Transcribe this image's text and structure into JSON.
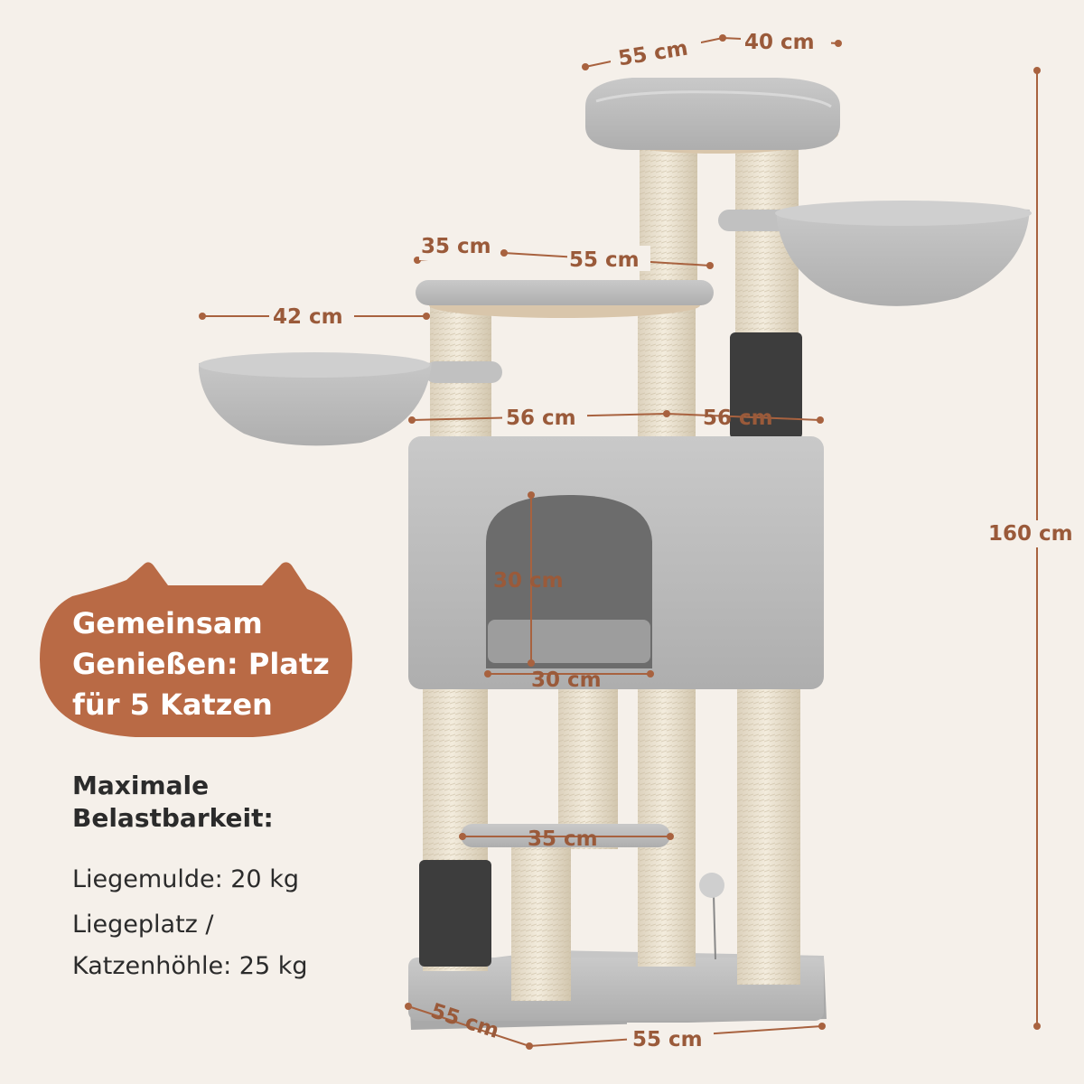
{
  "badge": {
    "lines": [
      "Gemeinsam",
      "Genießen: Platz",
      "für 5 Katzen"
    ],
    "color": "#b96a45"
  },
  "load_capacity": {
    "heading_lines": [
      "Maximale",
      "Belastbarkeit:"
    ],
    "items": [
      "Liegemulde: 20 kg",
      "Liegeplatz /",
      "Katzenhöhle: 25 kg"
    ]
  },
  "dimensions": {
    "top_platform_width": "55 cm",
    "top_platform_depth": "40 cm",
    "mid_platform_depth": "35 cm",
    "mid_platform_width": "55 cm",
    "left_basket_width": "42 cm",
    "cave_width_left": "56 cm",
    "cave_width_right": "56 cm",
    "cave_opening_height": "30 cm",
    "cave_opening_width": "30 cm",
    "small_platform_width": "35 cm",
    "base_depth": "55 cm",
    "base_width": "55 cm",
    "total_height": "160 cm"
  },
  "colors": {
    "background": "#f5f0ea",
    "plush": "#bcbcbc",
    "sisal": "#ece3d1",
    "accent": "#a8623f"
  }
}
